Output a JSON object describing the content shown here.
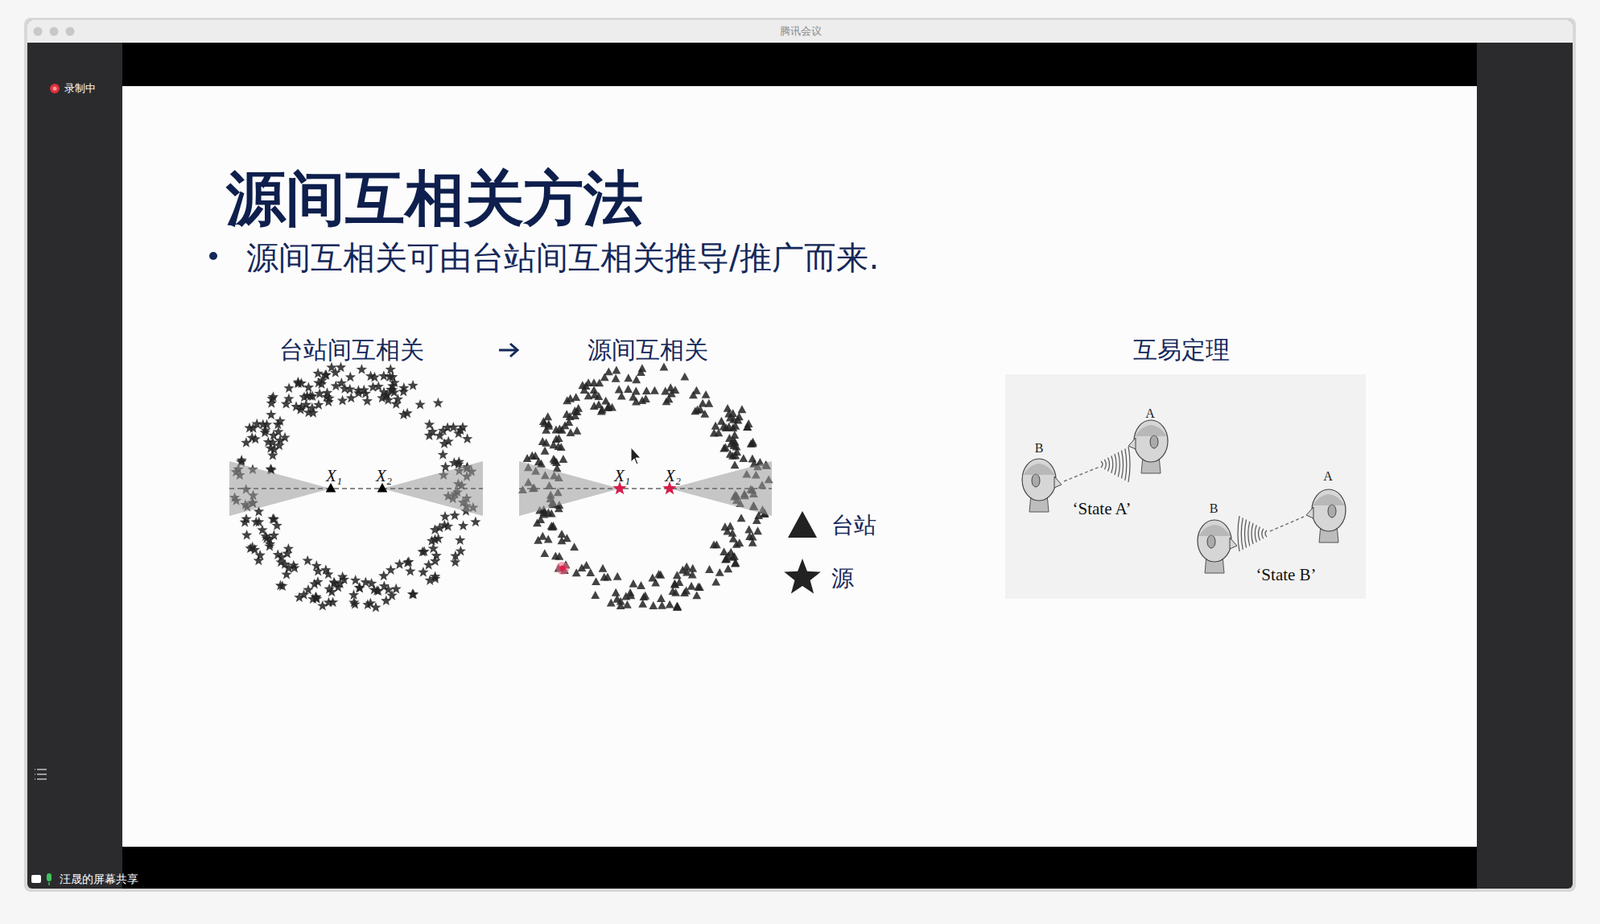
{
  "diagram": {
    "title": "源间互相关方法",
    "labels": [
      "腾讯会议",
      "录制中",
      "汪晟的屏幕共享",
      "源间互相关可由台站间互相关推导/推广而来.",
      "台站间互相关",
      "源间互相关",
      "互易定理",
      "X₁",
      "X₂",
      "X₁",
      "X₂",
      "B",
      "A",
      "‘State A’",
      "B",
      "A",
      "‘State B’"
    ],
    "legend": [
      {
        "text": "台站"
      },
      {
        "text": "源"
      }
    ]
  }
}
